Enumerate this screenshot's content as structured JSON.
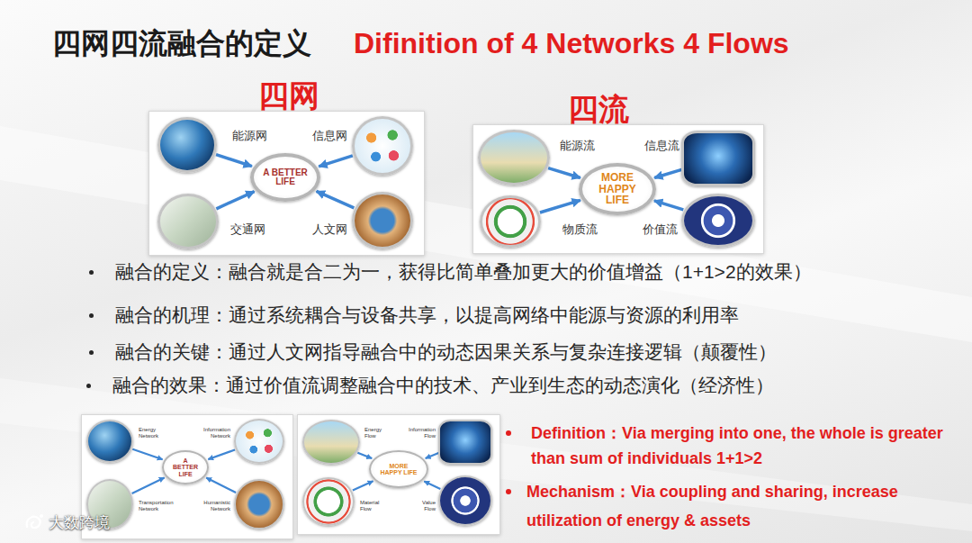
{
  "diagram": {
    "title": "四网四流融合的定义",
    "nodes": [
      {
        "text": [
          "能源网"
        ]
      },
      {
        "text": [
          "信息网"
        ]
      },
      {
        "text": [
          "A BETTER LIFE"
        ]
      },
      {
        "text": [
          "交通网"
        ]
      },
      {
        "text": [
          "人文网"
        ]
      },
      {
        "text": [
          "能源流"
        ]
      },
      {
        "text": [
          "信息流"
        ]
      },
      {
        "text": [
          "MORE HAPPY LIFE"
        ]
      },
      {
        "text": [
          "物质流"
        ]
      },
      {
        "text": [
          "价值流"
        ]
      },
      {
        "text": [
          "Energy Network"
        ]
      },
      {
        "text": [
          "Information Network"
        ]
      },
      {
        "text": [
          "A BETTER LIFE"
        ]
      },
      {
        "text": [
          "Transportation Network"
        ]
      },
      {
        "text": [
          "Humanistic Network"
        ]
      },
      {
        "text": [
          "Energy Flow"
        ]
      },
      {
        "text": [
          "Information Flow"
        ]
      },
      {
        "text": [
          "MORE HAPPY LIFE"
        ]
      },
      {
        "text": [
          "Material Flow"
        ]
      },
      {
        "text": [
          "Value Flow"
        ]
      }
    ],
    "edges": [
      {
        "from": 0,
        "to": 2,
        "arrow": "to"
      },
      {
        "from": 1,
        "to": 2,
        "arrow": "to"
      },
      {
        "from": 3,
        "to": 2,
        "arrow": "to"
      },
      {
        "from": 4,
        "to": 2,
        "arrow": "to"
      },
      {
        "from": 5,
        "to": 7,
        "arrow": "to"
      },
      {
        "from": 6,
        "to": 7,
        "arrow": "to"
      },
      {
        "from": 8,
        "to": 7,
        "arrow": "to"
      },
      {
        "from": 9,
        "to": 7,
        "arrow": "to"
      },
      {
        "from": 10,
        "to": 12,
        "arrow": "to"
      },
      {
        "from": 11,
        "to": 12,
        "arrow": "to"
      },
      {
        "from": 13,
        "to": 12,
        "arrow": "to"
      },
      {
        "from": 14,
        "to": 12,
        "arrow": "to"
      },
      {
        "from": 15,
        "to": 17,
        "arrow": "to"
      },
      {
        "from": 16,
        "to": 17,
        "arrow": "to"
      },
      {
        "from": 18,
        "to": 17,
        "arrow": "to"
      },
      {
        "from": 19,
        "to": 17,
        "arrow": "to"
      }
    ],
    "labels": [
      "Difinition of 4 Networks 4 Flows",
      "四网",
      "四流",
      "融合的定义：融合就是合二为一，获得比简单叠加更大的价值增益（1+1>2的效果）",
      "融合的机理：通过系统耦合与设备共享，以提高网络中能源与资源的利用率",
      "融合的关键：通过人文网指导融合中的动态因果关系与复杂连接逻辑（颠覆性）",
      "融合的效果：通过价值流调整融合中的技术、产业到生态的动态演化（经济性）",
      "Definition：Via merging into one, the whole is greater than sum of individuals 1+1>2",
      "Mechanism：Via coupling and sharing, increase utilization of energy & assets",
      "大数跨境"
    ]
  }
}
